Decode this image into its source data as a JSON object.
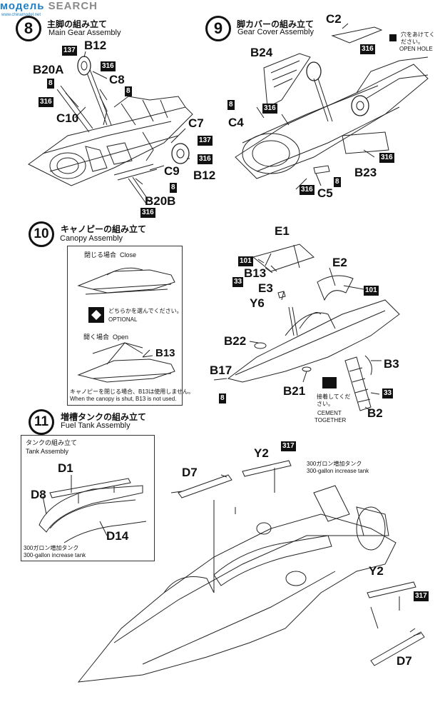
{
  "watermark": {
    "logo": "модель",
    "site": "SEARCH",
    "sub": "www.chinamodel.net"
  },
  "step8": {
    "number": "8",
    "title_jp": "主脚の組み立て",
    "title_en": "Main Gear Assembly",
    "labels": {
      "b12a": "B12",
      "b20a": "B20A",
      "c8": "C8",
      "c10": "C10",
      "c7": "C7",
      "c9": "C9",
      "b12b": "B12",
      "b20b": "B20B"
    },
    "tags": {
      "t137a": "137",
      "t316a": "316",
      "t8a": "8",
      "t316b": "316",
      "t8b": "8",
      "t137b": "137",
      "t316c": "316",
      "t8c": "8",
      "t316d": "316"
    }
  },
  "step9": {
    "number": "9",
    "title_jp": "脚カバーの組み立て",
    "title_en": "Gear Cover Assembly",
    "hole_note_jp": "穴をあけてください。",
    "hole_note_en": "OPEN HOLE",
    "labels": {
      "c2": "C2",
      "b24": "B24",
      "c4": "C4",
      "b23": "B23",
      "c5": "C5"
    },
    "tags": {
      "t316a": "316",
      "t8a": "8",
      "t316b": "316",
      "t316c": "316",
      "t8b": "8",
      "t316d": "316"
    }
  },
  "step10": {
    "number": "10",
    "title_jp": "キャノピーの組み立て",
    "title_en": "Canopy Assembly",
    "close_jp": "閉じる場合",
    "close_en": "Close",
    "optional_jp": "どちらかを選んでください。",
    "optional_en": "OPTIONAL",
    "open_jp": "開く場合",
    "open_en": "Open",
    "b13_inset": "B13",
    "open_note_jp": "キャノピーを閉じる場合、B13は使用しません。",
    "open_note_en": "When the canopy is shut, B13 is not used.",
    "cement_jp": "接着してください。",
    "cement_en1": "CEMENT",
    "cement_en2": "TOGETHER",
    "labels": {
      "e1": "E1",
      "b13": "B13",
      "e2": "E2",
      "e3": "E3",
      "y6": "Y6",
      "b22": "B22",
      "b3": "B3",
      "b17": "B17",
      "b21": "B21",
      "b2": "B2"
    },
    "tags": {
      "t101a": "101",
      "t33a": "33",
      "t101b": "101",
      "t8": "8",
      "t33b": "33"
    }
  },
  "step11": {
    "number": "11",
    "title_jp": "増槽タンクの組み立て",
    "title_en": "Fuel Tank Assembly",
    "tank_jp": "タンクの組み立て",
    "tank_en": "Tank Assembly",
    "tank_note_jp": "300ガロン増加タンク",
    "tank_note_en": "300-gallon increase tank",
    "labels": {
      "d1": "D1",
      "d8": "D8",
      "d14": "D14",
      "y2a": "Y2",
      "d7a": "D7",
      "y2b": "Y2",
      "d7b": "D7"
    },
    "tags": {
      "t317a": "317",
      "t317b": "317"
    }
  }
}
